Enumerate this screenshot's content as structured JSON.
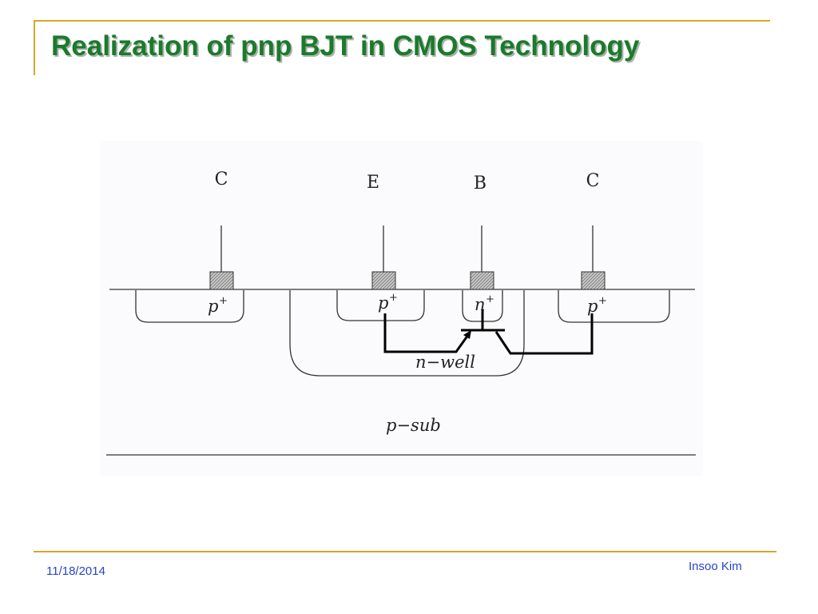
{
  "slide": {
    "title": "Realization of pnp BJT in CMOS Technology"
  },
  "diagram": {
    "terminals": {
      "c_left": "C",
      "emitter": "E",
      "base": "B",
      "c_right": "C"
    },
    "regions": {
      "p_left": "p",
      "p_emitter": "p",
      "n_base": "n",
      "p_right": "p",
      "plus": "+",
      "nwell": "n−well",
      "psub": "p−sub"
    },
    "colors": {
      "background": "#fbfbfd",
      "line": "#333333",
      "contact_fill": "#c8c8c8",
      "wire": "#000000"
    }
  },
  "footer": {
    "date": "11/18/2014",
    "author": "Insoo Kim"
  }
}
